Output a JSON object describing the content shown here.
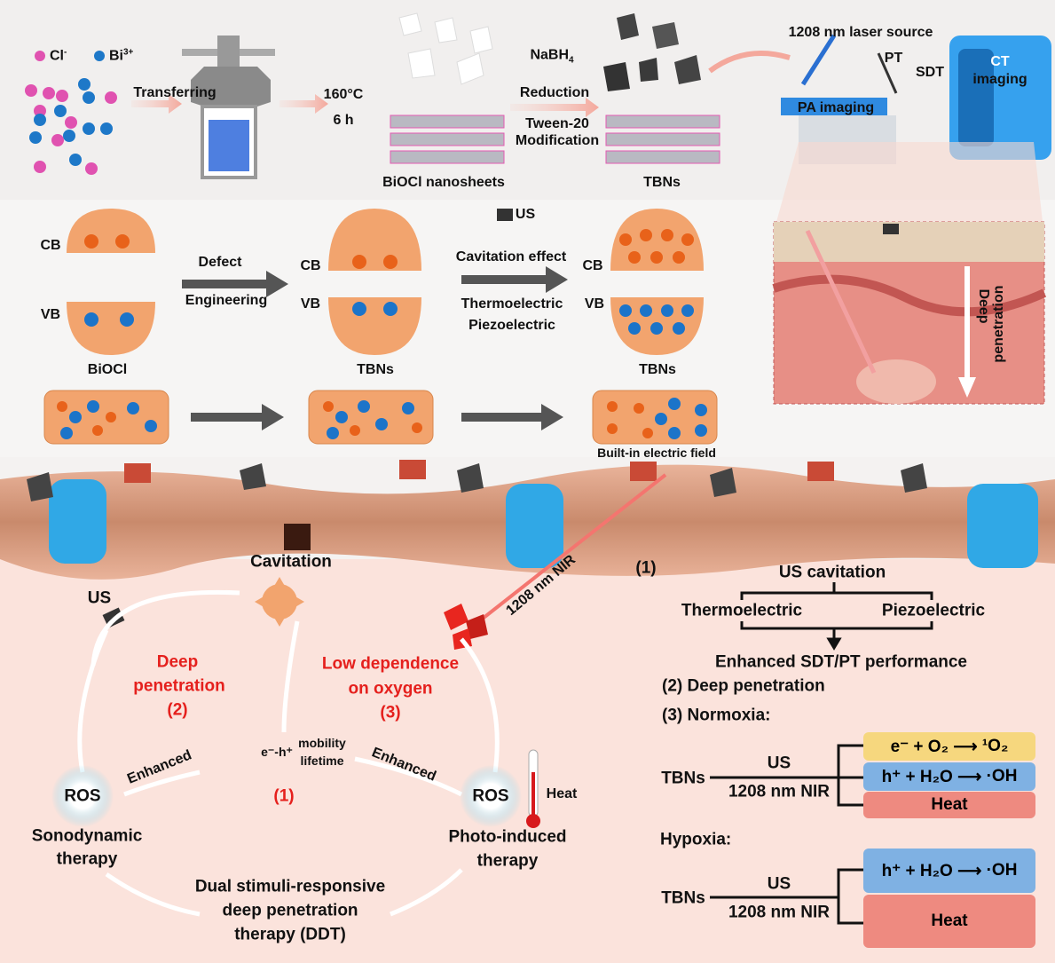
{
  "colors": {
    "pink_ion": "#e052b0",
    "blue_ion": "#1e78c8",
    "band": "#f2a46e",
    "electron": "#e8621a",
    "hole": "#1c74c9",
    "membrane": "#e9a88a",
    "bottom_bg": "#fbe3dc",
    "red_text": "#e5201d",
    "yellow_box": "#f6d77e",
    "blue_box": "#7fb1e3",
    "red_box": "#ee8a80"
  },
  "synthesis": {
    "cl_label": "Cl",
    "cl_charge": "-",
    "bi_label": "Bi",
    "bi_charge": "3+",
    "transferring": "Transferring",
    "temp": "160°C",
    "time": "6 h",
    "biocl_nanosheets": "BiOCl nanosheets",
    "nabh4": "NaBH",
    "nabh4_sub": "4",
    "reduction": "Reduction",
    "tween": "Tween-20",
    "modification": "Modification",
    "tbns": "TBNs"
  },
  "imaging": {
    "laser": "1208 nm laser source",
    "pt": "PT",
    "sdt": "SDT",
    "ct": "CT",
    "ct2": "imaging",
    "pa": "PA imaging",
    "deep": "Deep",
    "penetration": "penetration"
  },
  "bands": {
    "cb": "CB",
    "vb": "VB",
    "biocl": "BiOCl",
    "tbns1": "TBNs",
    "tbns2": "TBNs",
    "defect": "Defect",
    "engineering": "Engineering",
    "us": "US",
    "cavitation_effect": "Cavitation effect",
    "thermoelectric": "Thermoelectric",
    "piezoelectric": "Piezoelectric",
    "built_in_field": "Built-in electric field"
  },
  "mechanism": {
    "cavitation": "Cavitation",
    "us": "US",
    "nir": "1208 nm NIR",
    "deep_1": "Deep",
    "deep_2": "penetration",
    "deep_3": "(2)",
    "low_1": "Low dependence",
    "low_2": "on oxygen",
    "low_3": "(3)",
    "eh": "e⁻-h⁺",
    "mobility": "mobility",
    "lifetime": "lifetime",
    "enhanced_left": "Enhanced",
    "enhanced_right": "Enhanced",
    "one": "(1)",
    "ros": "ROS",
    "heat": "Heat",
    "sono_1": "Sonodynamic",
    "sono_2": "therapy",
    "photo_1": "Photo-induced",
    "photo_2": "therapy",
    "ddt_1": "Dual stimuli-responsive",
    "ddt_2": "deep penetration",
    "ddt_3": "therapy (DDT)"
  },
  "summary": {
    "one": "(1)",
    "us_cavitation": "US cavitation",
    "thermoelectric": "Thermoelectric",
    "piezoelectric": "Piezoelectric",
    "enhanced": "Enhanced SDT/PT performance",
    "two": "(2) Deep penetration",
    "three": "(3) Normoxia:",
    "hypoxia": "Hypoxia:",
    "tbns": "TBNs",
    "us": "US",
    "nir": "1208 nm NIR",
    "r_e": "e⁻ + O₂",
    "r_singlet": "¹O₂",
    "r_h": "h⁺ + H₂O",
    "r_oh": "·OH",
    "heat": "Heat"
  }
}
